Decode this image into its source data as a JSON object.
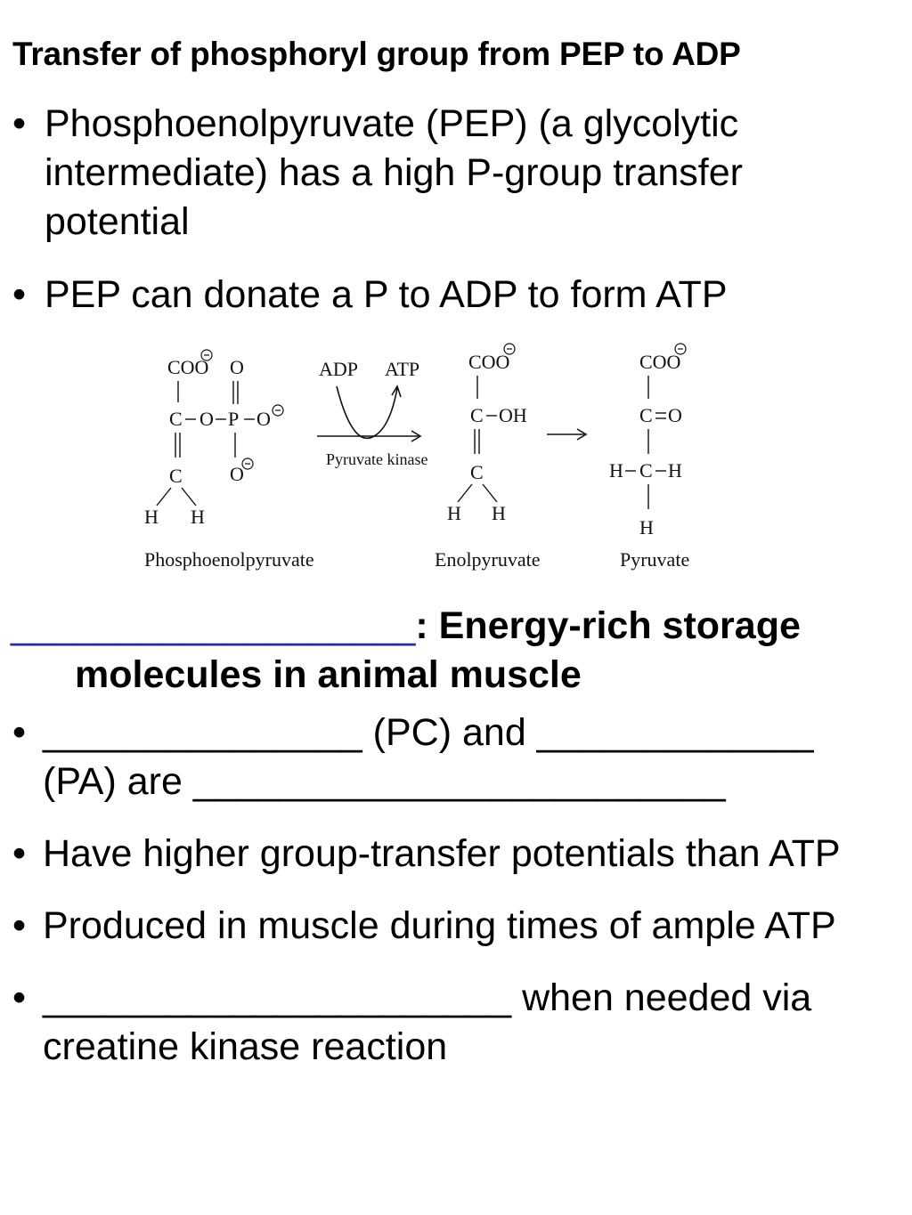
{
  "title": "Transfer of phosphoryl group from PEP to ADP",
  "bullets_top": [
    "Phosphoenolpyruvate (PEP) (a glycolytic intermediate) has a high P-group transfer potential",
    "PEP can donate a P to ADP to form ATP"
  ],
  "bullet_char": "•",
  "diagram": {
    "pep_label": "Phosphoenolpyruvate",
    "enol_label": "Enolpyruvate",
    "pyruvate_label": "Pyruvate",
    "adp": "ADP",
    "atp": "ATP",
    "enzyme": "Pyruvate kinase"
  },
  "heading2": {
    "blank": "___________________",
    "text_line1": ": Energy-rich storage",
    "text_line2": "molecules in animal muscle"
  },
  "bullets_bottom": [
    "_______________ (PC) and _____________ (PA) are _________________________",
    "Have higher group-transfer potentials than ATP",
    "Produced in muscle during times of ample ATP",
    "______________________ when needed via creatine kinase reaction"
  ]
}
